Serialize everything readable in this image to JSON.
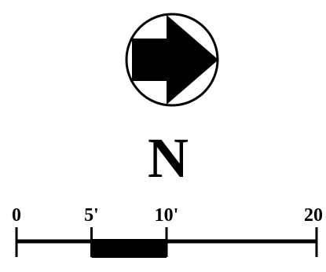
{
  "north_arrow": {
    "letter": "N",
    "icon": "north-arrow-icon"
  },
  "scale_bar": {
    "unit_max": 20,
    "ticks": [
      {
        "value": 0,
        "label": "0"
      },
      {
        "value": 5,
        "label": "5'"
      },
      {
        "value": 10,
        "label": "10'"
      },
      {
        "value": 20,
        "label": "20"
      }
    ],
    "segments": [
      {
        "from": 0,
        "to": 5,
        "style": "line"
      },
      {
        "from": 5,
        "to": 10,
        "style": "filled"
      },
      {
        "from": 10,
        "to": 20,
        "style": "line"
      }
    ]
  },
  "colors": {
    "ink": "#000000",
    "paper": "#ffffff"
  }
}
